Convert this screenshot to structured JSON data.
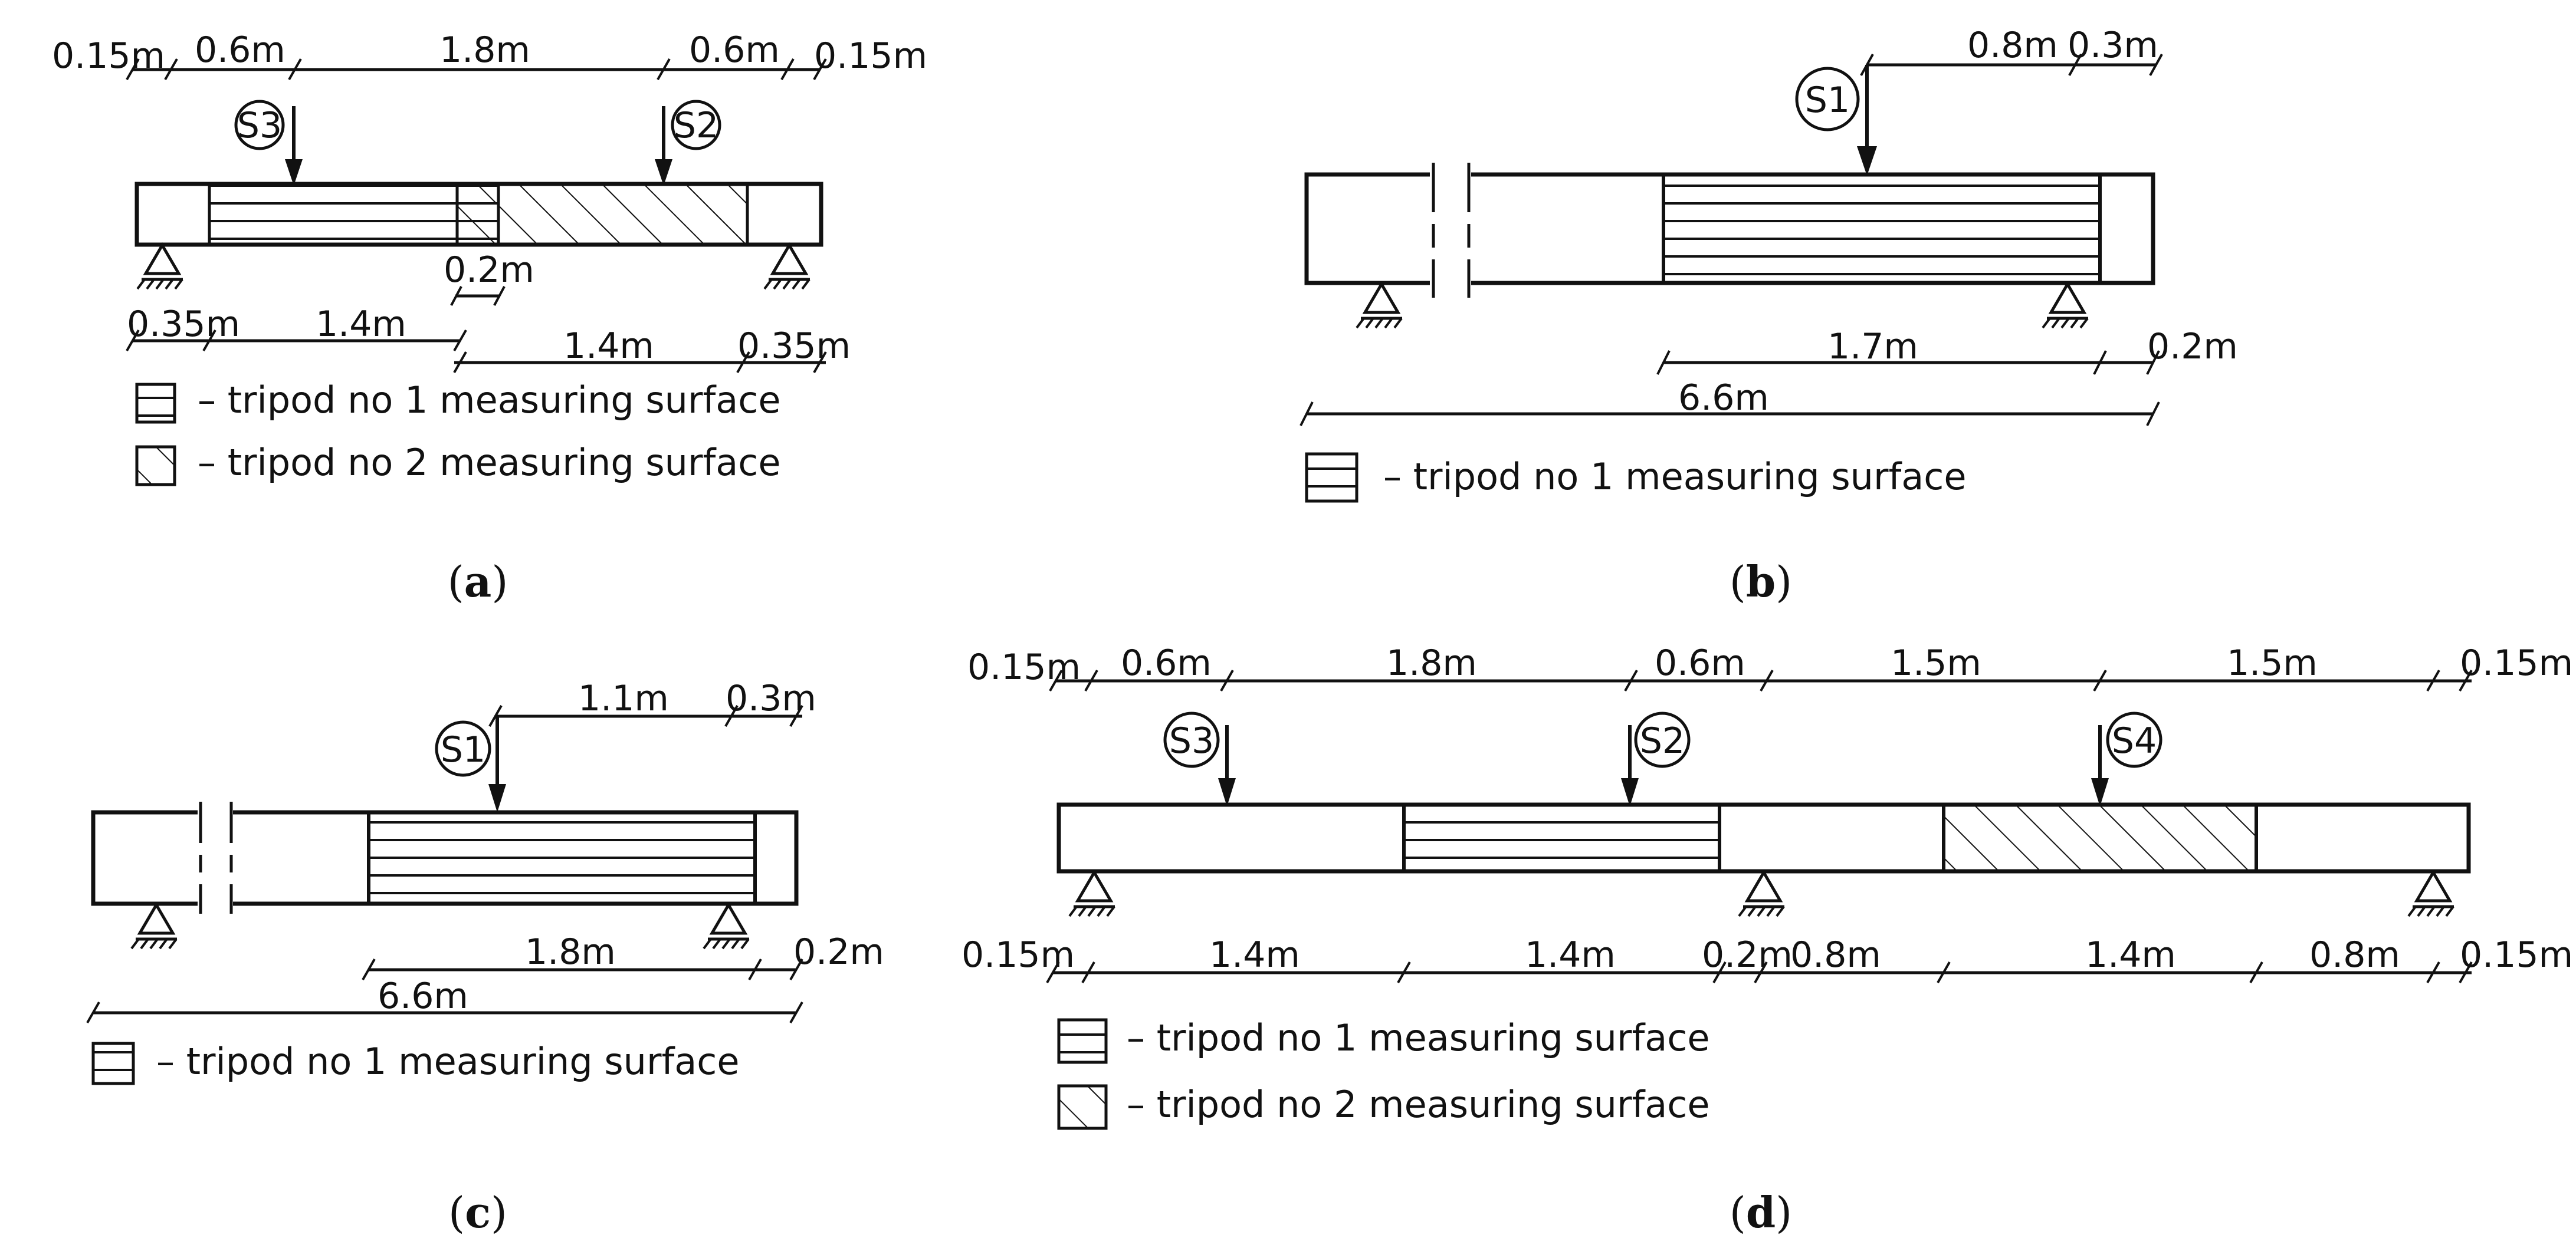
{
  "panels": {
    "a": {
      "label_open": "(",
      "label_letter": "a",
      "label_close": ")",
      "top_dims": [
        "0.15m",
        "0.6m",
        "1.8m",
        "0.6m",
        "0.15m"
      ],
      "loads": [
        "S3",
        "S2"
      ],
      "mid_dim": "0.2m",
      "bottom_dims_1": [
        "0.35m",
        "1.4m"
      ],
      "bottom_dims_2": [
        "1.4m",
        "0.35m"
      ],
      "legend": [
        "– tripod no 1 measuring surface",
        "– tripod no 2 measuring surface"
      ]
    },
    "b": {
      "label_open": "(",
      "label_letter": "b",
      "label_close": ")",
      "top_dims": [
        "0.8m",
        "0.3m"
      ],
      "loads": [
        "S1"
      ],
      "bottom_dims": [
        "1.7m",
        "0.2m"
      ],
      "total_dim": "6.6m",
      "legend": [
        "– tripod no 1 measuring surface"
      ]
    },
    "c": {
      "label_open": "(",
      "label_letter": "c",
      "label_close": ")",
      "top_dims": [
        "1.1m",
        "0.3m"
      ],
      "loads": [
        "S1"
      ],
      "bottom_dims": [
        "1.8m",
        "0.2m"
      ],
      "total_dim": "6.6m",
      "legend": [
        "– tripod no 1 measuring surface"
      ]
    },
    "d": {
      "label_open": "(",
      "label_letter": "d",
      "label_close": ")",
      "top_dims": [
        "0.15m",
        "0.6m",
        "1.8m",
        "0.6m",
        "1.5m",
        "1.5m",
        "0.15m"
      ],
      "loads": [
        "S3",
        "S2",
        "S4"
      ],
      "bottom_dims": [
        "0.15m",
        "1.4m",
        "1.4m",
        "0.2m",
        "0.8m",
        "1.4m",
        "0.8m",
        "0.15m"
      ],
      "legend": [
        "– tripod no 1 measuring surface",
        "– tripod no 2 measuring surface"
      ]
    }
  }
}
